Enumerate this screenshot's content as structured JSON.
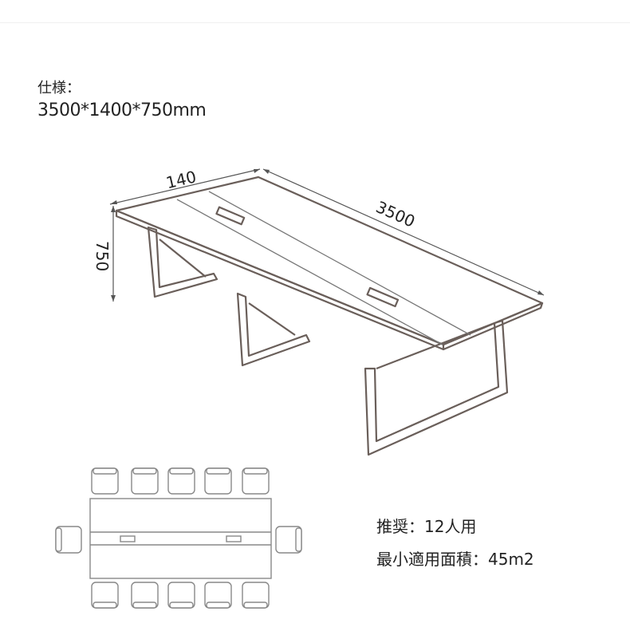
{
  "spec": {
    "label": "仕様：",
    "value": "3500*1400*750mm"
  },
  "dimensions": {
    "width": "140",
    "length": "3500",
    "height": "750"
  },
  "info": {
    "recommended": "推奨：12人用",
    "min_area": "最小適用面積：45m2"
  }
}
